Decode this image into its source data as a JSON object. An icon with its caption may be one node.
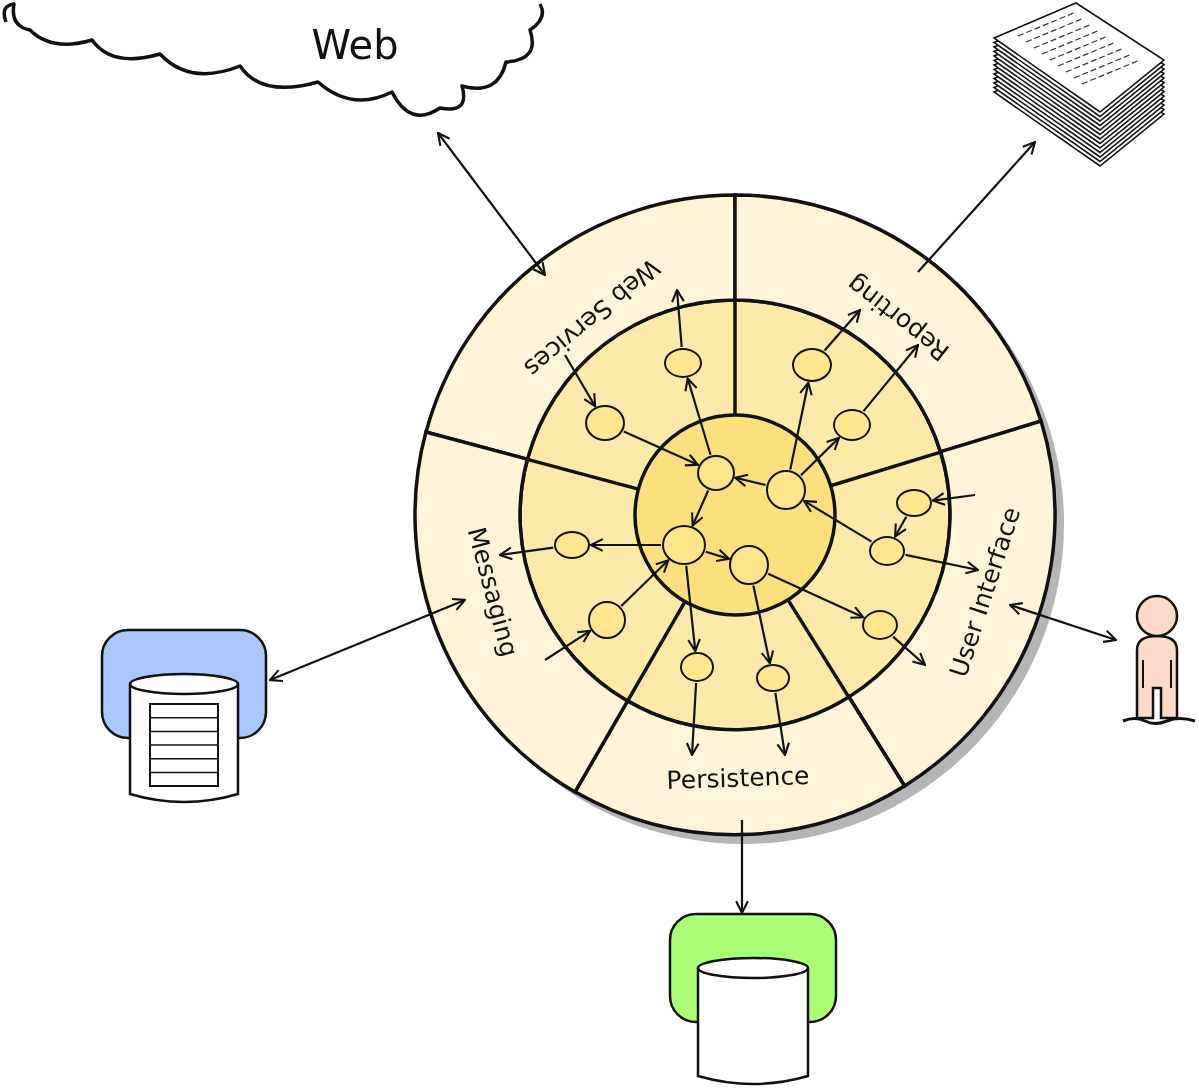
{
  "diagram": {
    "nodes": [
      {
        "text": [
          "Web"
        ]
      },
      {
        "text": [],
        "shape": "picture"
      },
      {
        "text": [
          "Web Services"
        ]
      },
      {
        "text": [
          "Reporting"
        ]
      },
      {
        "text": [
          "User Interface"
        ]
      },
      {
        "text": [
          "Persistence"
        ]
      },
      {
        "text": [
          "Messaging"
        ]
      },
      {
        "text": [],
        "shape": "person"
      },
      {
        "text": [],
        "shape": "cylinder"
      },
      {
        "text": [],
        "shape": "cylinder"
      },
      {
        "text": [],
        "shape": "circle"
      },
      {
        "text": [],
        "shape": "circle"
      },
      {
        "text": [],
        "shape": "circle"
      },
      {
        "text": [],
        "shape": "circle"
      },
      {
        "text": [],
        "shape": "circle"
      },
      {
        "text": [],
        "shape": "circle"
      },
      {
        "text": [],
        "shape": "circle"
      },
      {
        "text": [],
        "shape": "circle"
      },
      {
        "text": [],
        "shape": "circle"
      },
      {
        "text": [],
        "shape": "circle"
      },
      {
        "text": [],
        "shape": "circle"
      },
      {
        "text": [],
        "shape": "circle"
      },
      {
        "text": [],
        "shape": "circle"
      },
      {
        "text": [],
        "shape": "circle"
      },
      {
        "text": [],
        "shape": "circle"
      }
    ],
    "edges": [
      {
        "from": 0,
        "to": 2,
        "arrow": "both"
      },
      {
        "from": 3,
        "to": 1,
        "arrow": "to"
      },
      {
        "from": 4,
        "to": 7,
        "arrow": "both"
      },
      {
        "from": 6,
        "to": 8,
        "arrow": "both"
      },
      {
        "from": 5,
        "to": 9,
        "arrow": "to"
      },
      {
        "from": 2,
        "to": 10,
        "arrow": "to"
      },
      {
        "from": 10,
        "to": 21,
        "arrow": "to"
      },
      {
        "from": 21,
        "to": 11,
        "arrow": "to"
      },
      {
        "from": 11,
        "to": 2,
        "arrow": "to"
      },
      {
        "from": 22,
        "to": 21,
        "arrow": "to"
      },
      {
        "from": 21,
        "to": 23,
        "arrow": "to"
      },
      {
        "from": 22,
        "to": 12,
        "arrow": "to"
      },
      {
        "from": 12,
        "to": 3,
        "arrow": "to"
      },
      {
        "from": 22,
        "to": 13,
        "arrow": "to"
      },
      {
        "from": 13,
        "to": 3,
        "arrow": "to"
      },
      {
        "from": 4,
        "to": 14,
        "arrow": "to"
      },
      {
        "from": 14,
        "to": 15,
        "arrow": "to"
      },
      {
        "from": 15,
        "to": 22,
        "arrow": "to"
      },
      {
        "from": 15,
        "to": 4,
        "arrow": "to"
      },
      {
        "from": 24,
        "to": 16,
        "arrow": "to"
      },
      {
        "from": 16,
        "to": 4,
        "arrow": "to"
      },
      {
        "from": 23,
        "to": 24,
        "arrow": "to"
      },
      {
        "from": 23,
        "to": 17,
        "arrow": "to"
      },
      {
        "from": 17,
        "to": 5,
        "arrow": "to"
      },
      {
        "from": 24,
        "to": 18,
        "arrow": "to"
      },
      {
        "from": 18,
        "to": 5,
        "arrow": "to"
      },
      {
        "from": 23,
        "to": 19,
        "arrow": "to"
      },
      {
        "from": 19,
        "to": 6,
        "arrow": "to"
      },
      {
        "from": 6,
        "to": 20,
        "arrow": "to"
      },
      {
        "from": 20,
        "to": 23,
        "arrow": "to"
      }
    ]
  }
}
